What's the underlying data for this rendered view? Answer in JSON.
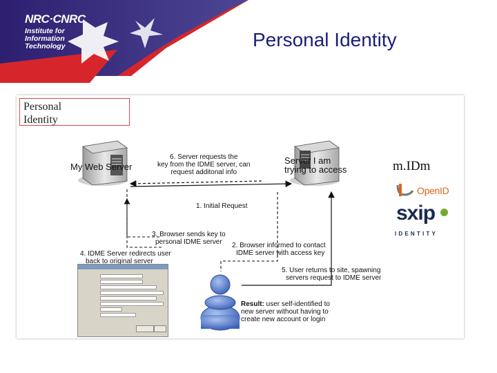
{
  "header": {
    "logo_line1": "NRC·CNRC",
    "logo_lines": [
      "Institute for",
      "Information",
      "Technology"
    ],
    "title": "Personal Identity"
  },
  "panel": {
    "box_title": [
      "Personal",
      "Identity"
    ],
    "my_web_server": "My Web Server",
    "server_i_am": [
      "Server I am",
      "trying to access"
    ],
    "step6": [
      "6. Server requests the",
      "key from the IDME server, can",
      "request additonal info"
    ],
    "step1": "1. Initial Request",
    "step3": [
      "3. Browser sends key to",
      "personal IDME server"
    ],
    "step2": [
      "2. Browser informed to contact",
      "IDME server with access key"
    ],
    "step4": [
      "4. IDME Server redirects user",
      "back to original server"
    ],
    "step5": [
      "5. User returns to site, spawning",
      "servers request to IDME server"
    ],
    "result_bold": "Result:",
    "result_text": [
      " user self-identified to",
      "new server without having to",
      "create new account or login"
    ],
    "midm": "m.IDm",
    "openid": "OpenID",
    "sxip": "sxip",
    "identity": "IDENTITY"
  },
  "colors": {
    "header_red": "#d7262b",
    "header_blue": "#1b1e78",
    "title_color": "#1b1e78",
    "person_blue": "#5b7fd0"
  }
}
